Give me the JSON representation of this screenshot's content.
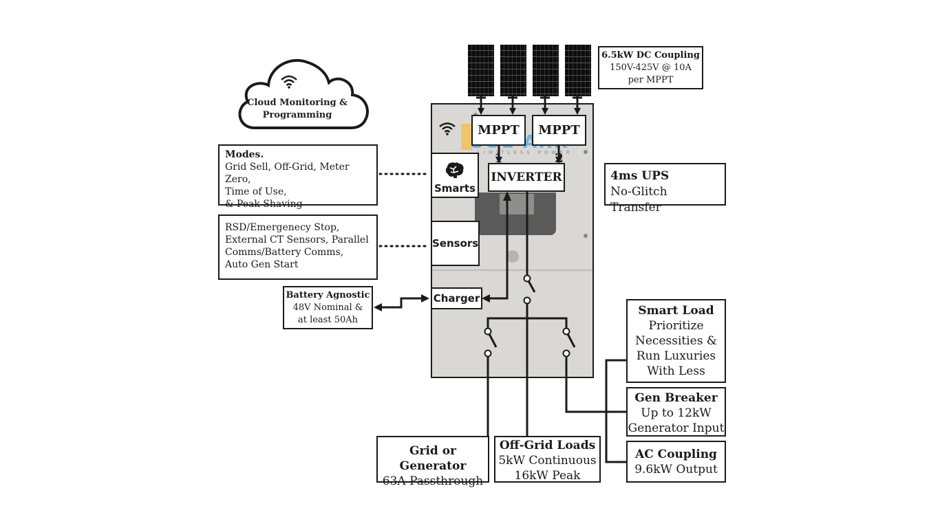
{
  "cloud": {
    "line1": "Cloud Monitoring &",
    "line2": "Programming",
    "icon": "wifi-icon"
  },
  "dc_coupling": {
    "title": "6.5kW DC Coupling",
    "line1": "150V-425V @ 10A",
    "line2": "per MPPT"
  },
  "solar_panels": {
    "count": 4,
    "icon": "solar-panel-icon"
  },
  "device": {
    "logo_text": "SOL-ARK",
    "logo_subtext": "LIMITLESS POWER",
    "wifi_icon": "wifi-icon",
    "mppt1": "MPPT 1",
    "mppt2": "MPPT 2",
    "inverter": "INVERTER",
    "smarts": "Smarts",
    "smarts_icon": "brain-icon",
    "sensors": "Sensors",
    "charger": "Charger"
  },
  "modes": {
    "title": "Modes.",
    "line1": "Grid Sell, Off-Grid, Meter Zero,",
    "line2": "Time of Use,",
    "line3": "& Peak Shaving"
  },
  "sensors_info": {
    "line1": "RSD/Emergenecy Stop,",
    "line2": "External CT Sensors, Parallel",
    "line3": "Comms/Battery Comms,",
    "line4": "Auto Gen Start"
  },
  "battery": {
    "title": "Battery Agnostic",
    "line1": "48V Nominal &",
    "line2": "at least 50Ah"
  },
  "ups": {
    "title": "4ms UPS",
    "line1": "No-Glitch Transfer"
  },
  "smart_load": {
    "title": "Smart Load",
    "line1": "Prioritize",
    "line2": "Necessities &",
    "line3": "Run Luxuries",
    "line4": "With Less"
  },
  "gen_breaker": {
    "title": "Gen Breaker",
    "line1": "Up to 12kW",
    "line2": "Generator Input"
  },
  "ac_coupling": {
    "title": "AC Coupling",
    "line1": "9.6kW Output"
  },
  "grid_gen": {
    "title": "Grid or Generator",
    "line1": "63A Passthrough"
  },
  "offgrid": {
    "title": "Off-Grid Loads",
    "line1": "5kW Continuous",
    "line2": "16kW Peak"
  },
  "colors": {
    "line": "#1a1a1a",
    "panel": "#d9d8d5",
    "logo_yellow": "#f2c14e",
    "logo_blue": "#4aa3df"
  }
}
